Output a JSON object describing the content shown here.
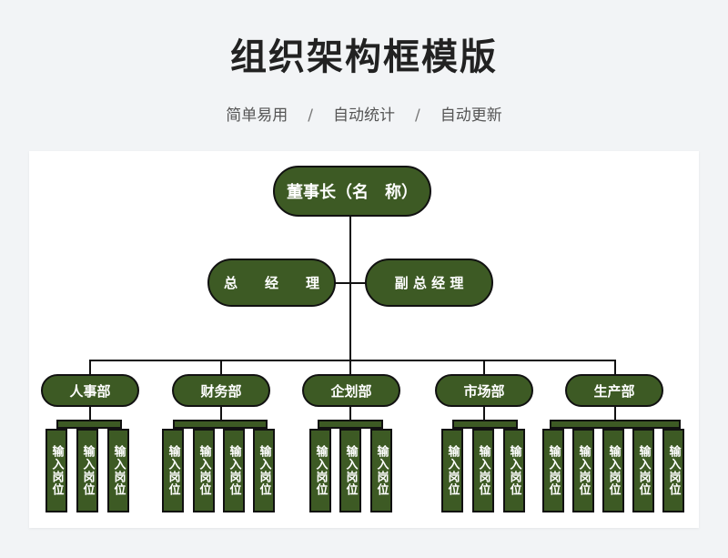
{
  "header": {
    "title": "组织架构框模版",
    "subtitle": [
      "简单易用",
      "自动统计",
      "自动更新"
    ],
    "separator": "/"
  },
  "chart": {
    "root": "董事长（名　称）",
    "managers": [
      "总　　经　　理",
      "副 总 经 理"
    ],
    "departments": [
      {
        "label": "人事部",
        "posts": 3
      },
      {
        "label": "财务部",
        "posts": 4
      },
      {
        "label": "企划部",
        "posts": 3
      },
      {
        "label": "市场部",
        "posts": 3
      },
      {
        "label": "生产部",
        "posts": 5
      }
    ],
    "post_label": "输入岗位"
  },
  "colors": {
    "node_fill": "#3d5a24",
    "node_border": "#111111",
    "node_text": "#ffffff"
  }
}
